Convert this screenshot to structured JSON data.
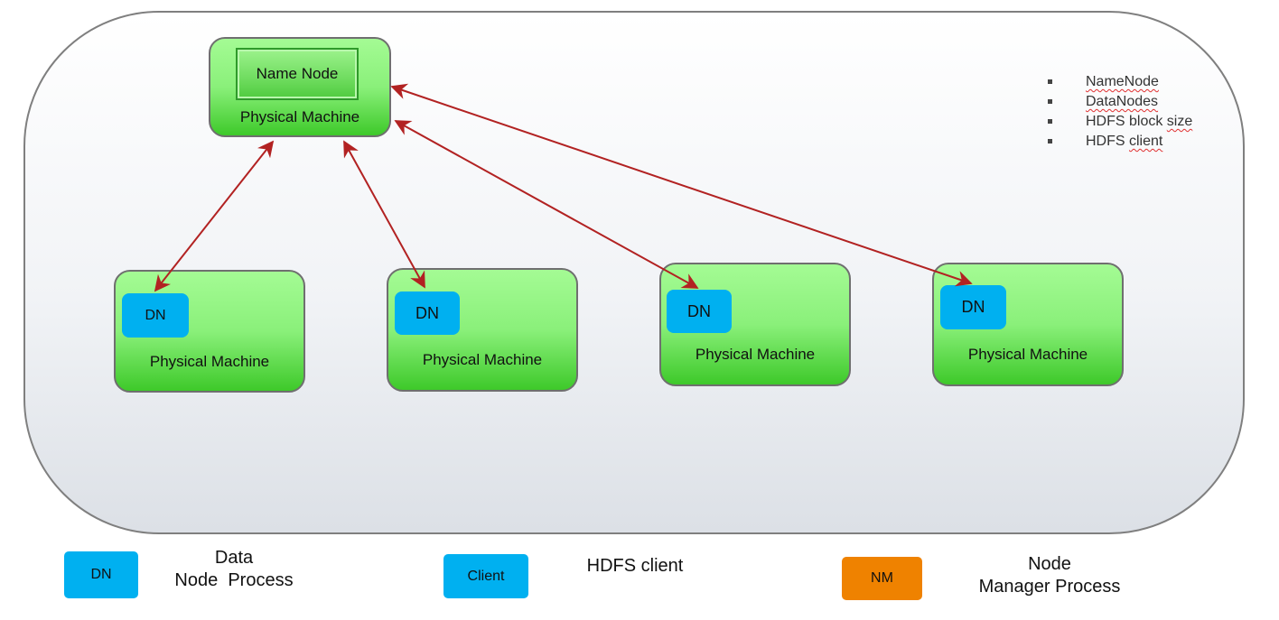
{
  "name_node_machine": {
    "inner_label": "Name Node",
    "machine_label": "Physical Machine"
  },
  "data_machines": [
    {
      "dn_label": "DN",
      "machine_label": "Physical Machine"
    },
    {
      "dn_label": "DN",
      "machine_label": "Physical Machine"
    },
    {
      "dn_label": "DN",
      "machine_label": "Physical Machine"
    },
    {
      "dn_label": "DN",
      "machine_label": "Physical Machine"
    }
  ],
  "notes": [
    "NameNode",
    "DataNodes",
    "HDFS block size",
    "HDFS client"
  ],
  "legend": [
    {
      "chip": "DN",
      "line1": "Data",
      "line2": "Node  Process",
      "color": "#00b0f0"
    },
    {
      "chip": "Client",
      "line1": "HDFS client",
      "line2": "",
      "color": "#00b0f0"
    },
    {
      "chip": "NM",
      "line1": "Node",
      "line2": "Manager Process",
      "color": "#ef8200"
    }
  ],
  "colors": {
    "arrow": "#b22222",
    "machine_green": "#7be86a",
    "dn_blue": "#00b0f0",
    "nm_orange": "#ef8200"
  }
}
